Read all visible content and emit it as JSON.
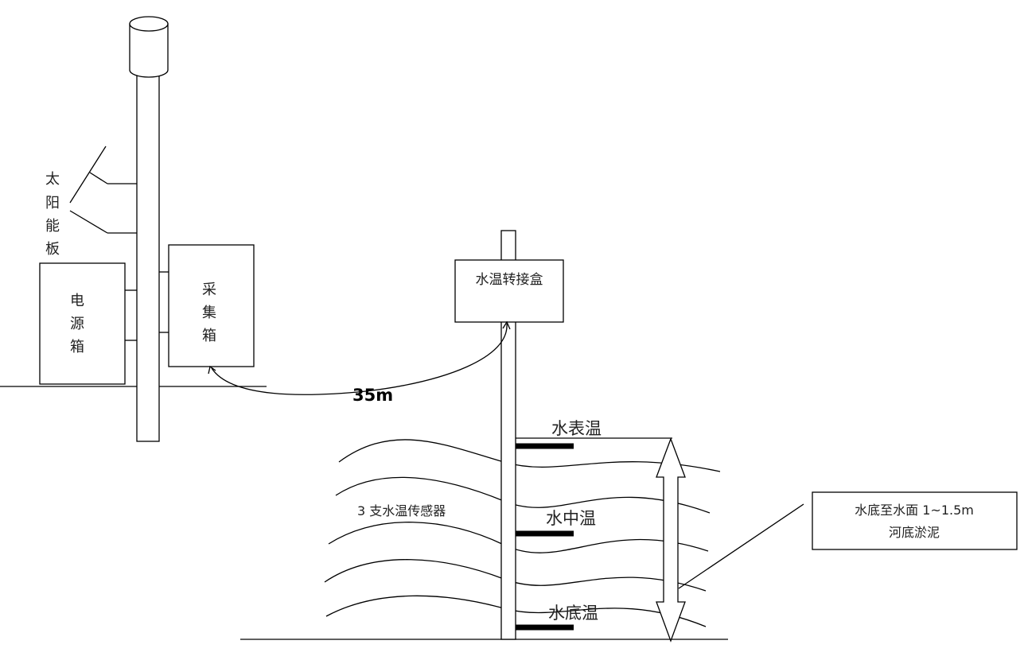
{
  "labels": {
    "solar_panel": [
      "太",
      "阳",
      "能",
      "板"
    ],
    "power_box": [
      "电",
      "源",
      "箱"
    ],
    "collector_box": [
      "采",
      "集",
      "箱"
    ],
    "junction_box": "水温转接盒",
    "distance": "35m",
    "sensors": "3 支水温传感器",
    "surface_temp": "水表温",
    "middle_temp": "水中温",
    "bottom_temp": "水底温",
    "depth_note_line1": "水底至水面 1~1.5m",
    "depth_note_line2": "河底淤泥"
  }
}
